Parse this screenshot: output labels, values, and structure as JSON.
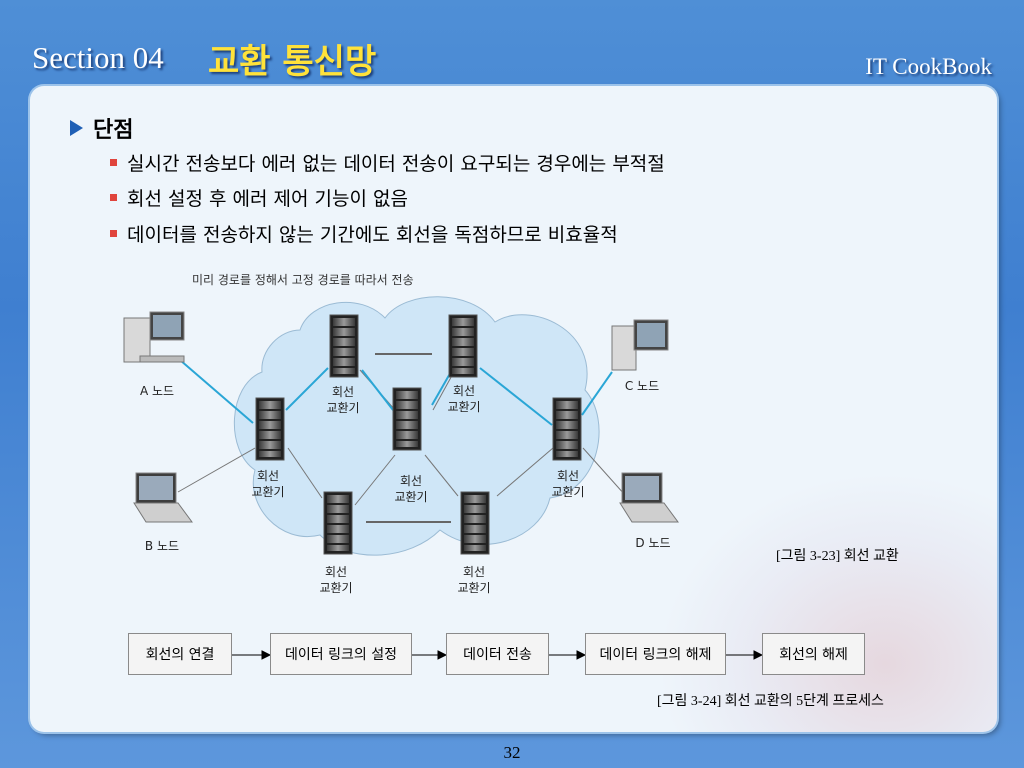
{
  "header": {
    "section": "Section 04",
    "title": "교환 통신망",
    "brand": "IT CookBook"
  },
  "content": {
    "heading": "단점",
    "bullets": [
      "실시간 전송보다 에러 없는 데이터 전송이 요구되는 경우에는 부적절",
      "회선 설정 후 에러 제어 기능이 없음",
      "데이터를 전송하지 않는 기간에도 회선을 독점하므로 비효율적"
    ]
  },
  "figure1": {
    "annotation": "미리 경로를 정해서 고정 경로를 따라서 전송",
    "switch_label_line1": "회선",
    "switch_label_line2": "교환기",
    "nodes": {
      "a": "A 노드",
      "b": "B 노드",
      "c": "C 노드",
      "d": "D 노드"
    },
    "title": "[그림 3-23] 회선 교환"
  },
  "figure2": {
    "steps": [
      "회선의 연결",
      "데이터 링크의 설정",
      "데이터 전송",
      "데이터 링크의 해제",
      "회선의 해제"
    ],
    "title": "[그림 3-24] 회선 교환의 5단계 프로세스"
  },
  "colors": {
    "title_yellow": "#ffe23a",
    "bullet_blue": "#1f5fb5",
    "bullet_red": "#e0443c",
    "link_cyan": "#2aa6d6",
    "cloud": "#cfe6f7"
  },
  "page_number": "32"
}
